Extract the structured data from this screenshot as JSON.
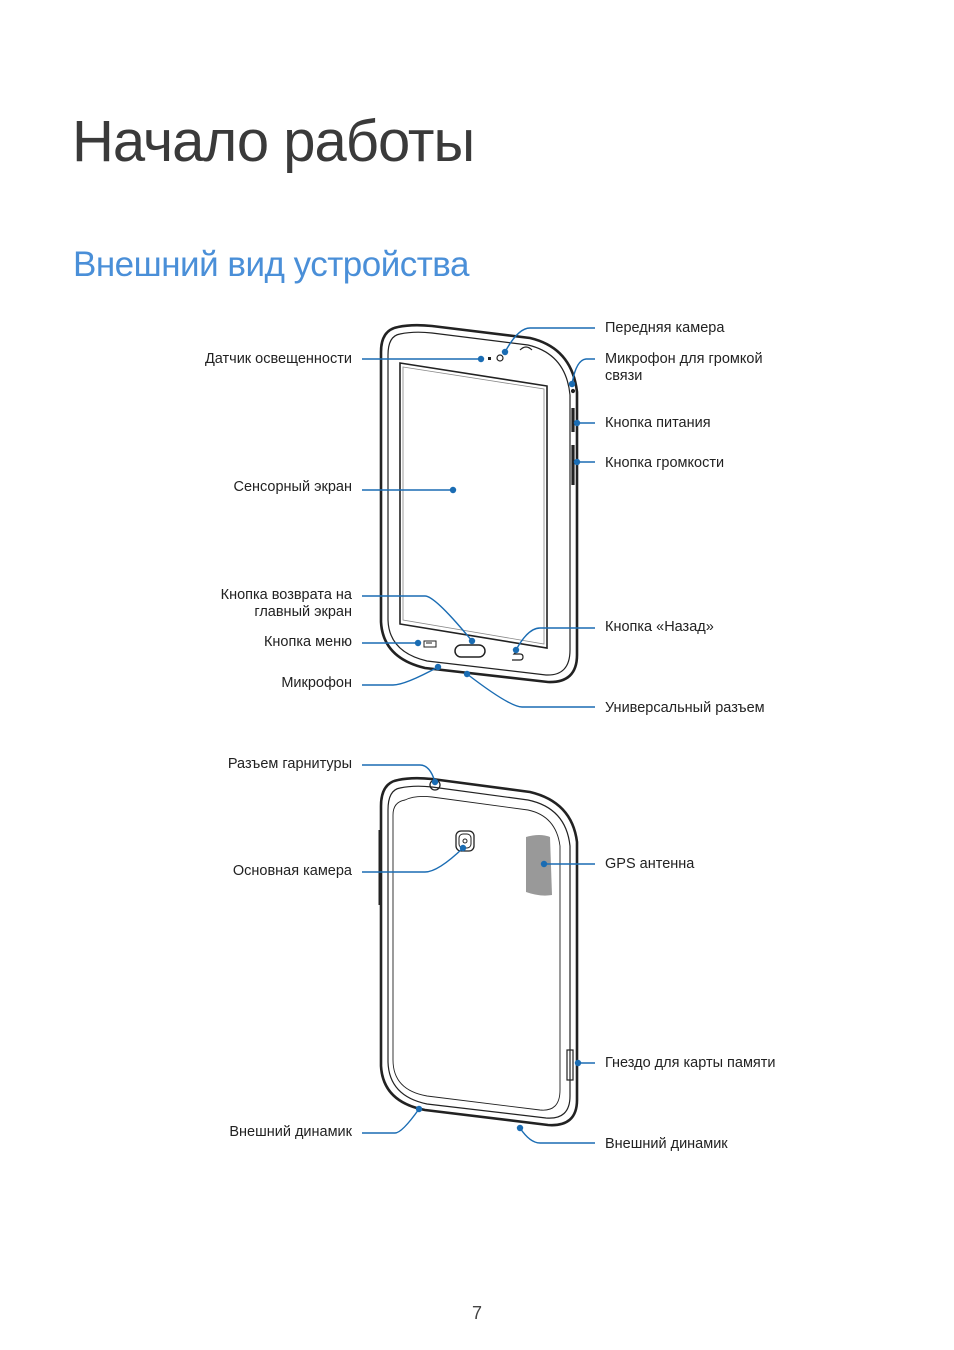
{
  "page": {
    "title": "Начало работы",
    "section_heading": "Внешний вид устройства",
    "page_number": "7"
  },
  "front_labels": {
    "front_camera": "Передняя камера",
    "light_sensor": "Датчик освещенности",
    "speakerphone_mic_line1": "Микрофон для громкой",
    "speakerphone_mic_line2": "связи",
    "power_button": "Кнопка питания",
    "volume_button": "Кнопка громкости",
    "touchscreen": "Сенсорный экран",
    "home_button_line1": "Кнопка возврата на",
    "home_button_line2": "главный экран",
    "menu_button": "Кнопка меню",
    "back_button": "Кнопка «Назад»",
    "microphone": "Микрофон",
    "multipurpose_jack": "Универсальный разъем"
  },
  "back_labels": {
    "headset_jack": "Разъем гарнитуры",
    "rear_camera": "Основная камера",
    "gps_antenna": "GPS антенна",
    "memory_card_slot": "Гнездо для карты памяти",
    "speaker_left": "Внешний динамик",
    "speaker_right": "Внешний динамик"
  },
  "colors": {
    "title": "#3a3a3a",
    "heading": "#4a8fd8",
    "leader": "#1a6cb3"
  }
}
